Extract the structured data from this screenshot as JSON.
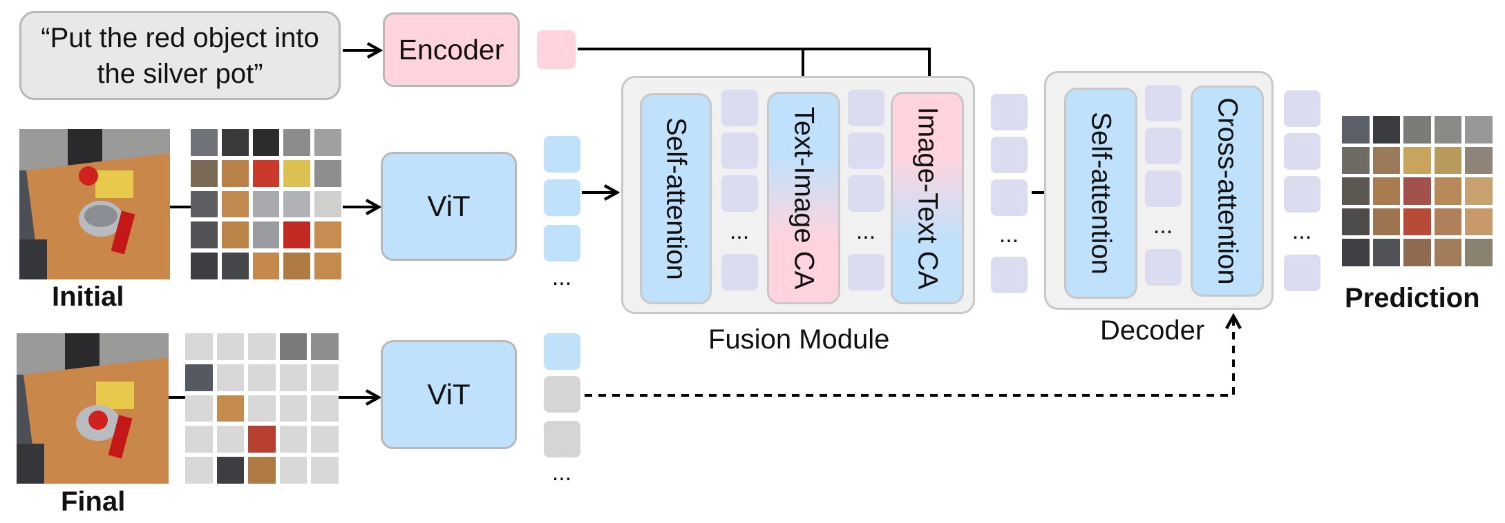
{
  "prompt_text": "“Put the red object into the silver pot”",
  "encoder_label": "Encoder",
  "vit_label": "ViT",
  "fusion": {
    "label": "Fusion Module",
    "blocks": [
      "Self-attention",
      "Text-Image CA",
      "Image-Text CA"
    ]
  },
  "decoder": {
    "label": "Decoder",
    "blocks": [
      "Self-attention",
      "Cross-attention"
    ]
  },
  "image_labels": {
    "initial": "Initial",
    "final": "Final",
    "prediction": "Prediction"
  },
  "ellipsis": "...",
  "colors": {
    "token_blue": "#c0e1fb",
    "token_pink": "#ffd4de",
    "token_gray": "#d5d5d5",
    "token_lavender": "#dcdcf0",
    "container": "#f1f1f1"
  }
}
